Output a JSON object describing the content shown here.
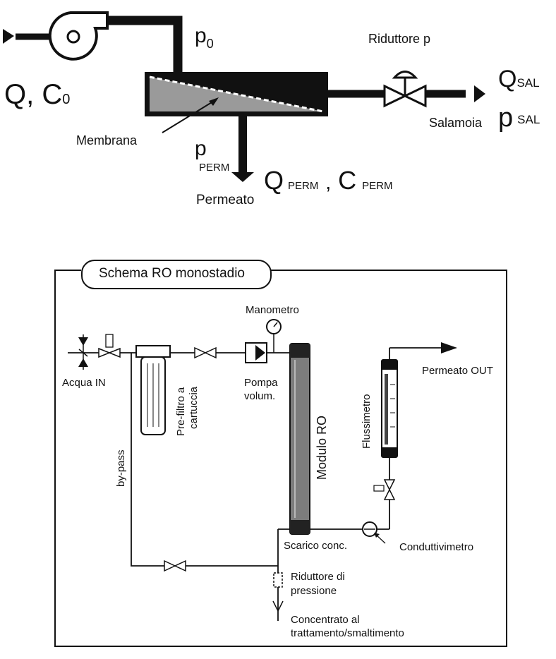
{
  "top": {
    "q_c0": {
      "q": "Q,",
      "c": "C",
      "c_sub": "0"
    },
    "p0": {
      "p": "p",
      "sub": "0"
    },
    "riduttore": "Riduttore p",
    "q_sal": {
      "q": "Q",
      "sub": "SAL"
    },
    "p_sal": {
      "p": "p",
      "sub": "SAL"
    },
    "salamoia": "Salamoia",
    "membrana": "Membrana",
    "p_perm": {
      "p": "p",
      "sub": "PERM"
    },
    "permeato": "Permeato",
    "q_perm": {
      "q": "Q",
      "sub": "PERM",
      "comma": ",",
      "c": "C",
      "c_sub": "PERM"
    }
  },
  "bottom": {
    "title": "Schema RO monostadio",
    "acqua_in": "Acqua IN",
    "prefiltro_1": "Pre-filtro a",
    "prefiltro_2": "cartuccia",
    "bypass": "by-pass",
    "manometro": "Manometro",
    "pompa_1": "Pompa",
    "pompa_2": "volum.",
    "modulo": "Modulo RO",
    "flussimetro": "Flussimetro",
    "permeato_out": "Permeato OUT",
    "scarico": "Scarico conc.",
    "conduttivimetro": "Conduttivimetro",
    "riduttore_1": "Riduttore di",
    "riduttore_2": "pressione",
    "concentrato_1": "Concentrato al",
    "concentrato_2": "trattamento/smaltimento"
  },
  "colors": {
    "ink": "#111111",
    "membrane_fill": "#9a9a9a",
    "module_fill": "#7c7c7c"
  }
}
